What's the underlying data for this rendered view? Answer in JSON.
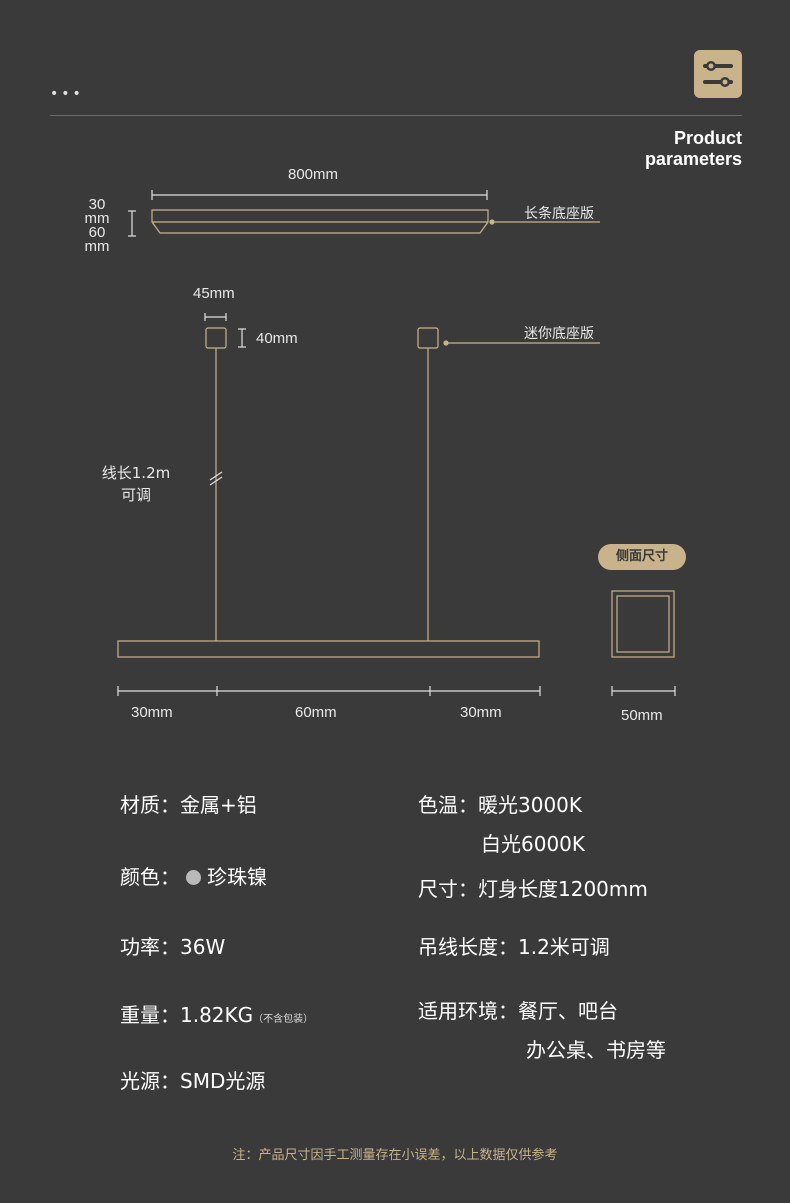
{
  "header": {
    "dots": "•••",
    "badge_icon": "sliders-icon",
    "title_line1": "Product",
    "title_line2": "parameters"
  },
  "diagram": {
    "top_length": "800mm",
    "height_top": "30",
    "height_top_unit": "mm",
    "height_bottom": "60",
    "height_bottom_unit": "mm",
    "long_base_label": "长条底座版",
    "mount_width": "45mm",
    "mount_height": "40mm",
    "mini_base_label": "迷你底座版",
    "cable_line1": "线长1.2m",
    "cable_line2": "可调",
    "side_tag": "侧面尺寸",
    "seg_left": "30mm",
    "seg_mid": "60mm",
    "seg_right": "30mm",
    "side_width": "50mm"
  },
  "specs": {
    "material": "材质：金属+铝",
    "color_label": "颜色：",
    "color_value": "珍珠镍",
    "color_swatch": "#b9b9b9",
    "power": "功率：36W",
    "weight": "重量：1.82KG",
    "weight_note": "（不含包装）",
    "light_source": "光源：SMD光源",
    "cct_line1": "色温：暖光3000K",
    "cct_line2": "白光6000K",
    "size": "尺寸：灯身长度1200mm",
    "cable_length": "吊线长度：1.2米可调",
    "scene_line1": "适用环境：餐厅、吧台",
    "scene_line2": "办公桌、书房等"
  },
  "footer": {
    "note": "注：产品尺寸因手工测量存在小误差，以上数据仅供参考"
  },
  "colors": {
    "background": "#3a3a3a",
    "accent": "#c9b38a"
  }
}
